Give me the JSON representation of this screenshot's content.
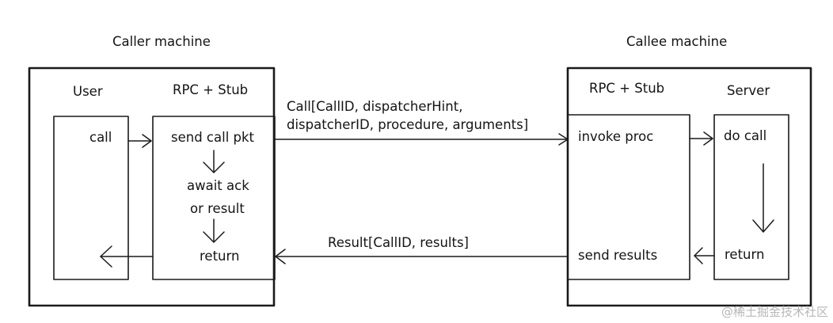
{
  "caller": {
    "title": "Caller machine",
    "user_label": "User",
    "stub_label": "RPC + Stub",
    "user_call": "call",
    "send_call": "send call pkt",
    "await_line1": "await ack",
    "await_line2": "or result",
    "return_label": "return"
  },
  "callee": {
    "title": "Callee machine",
    "stub_label": "RPC + Stub",
    "server_label": "Server",
    "invoke": "invoke proc",
    "send_results": "send results",
    "do_call": "do call",
    "return_label": "return"
  },
  "messages": {
    "call_line1": "Call[CallID, dispatcherHint,",
    "call_line2": "dispatcherID, procedure, arguments]",
    "result": "Result[CallID, results]"
  },
  "watermark": "@稀土掘金技术社区"
}
